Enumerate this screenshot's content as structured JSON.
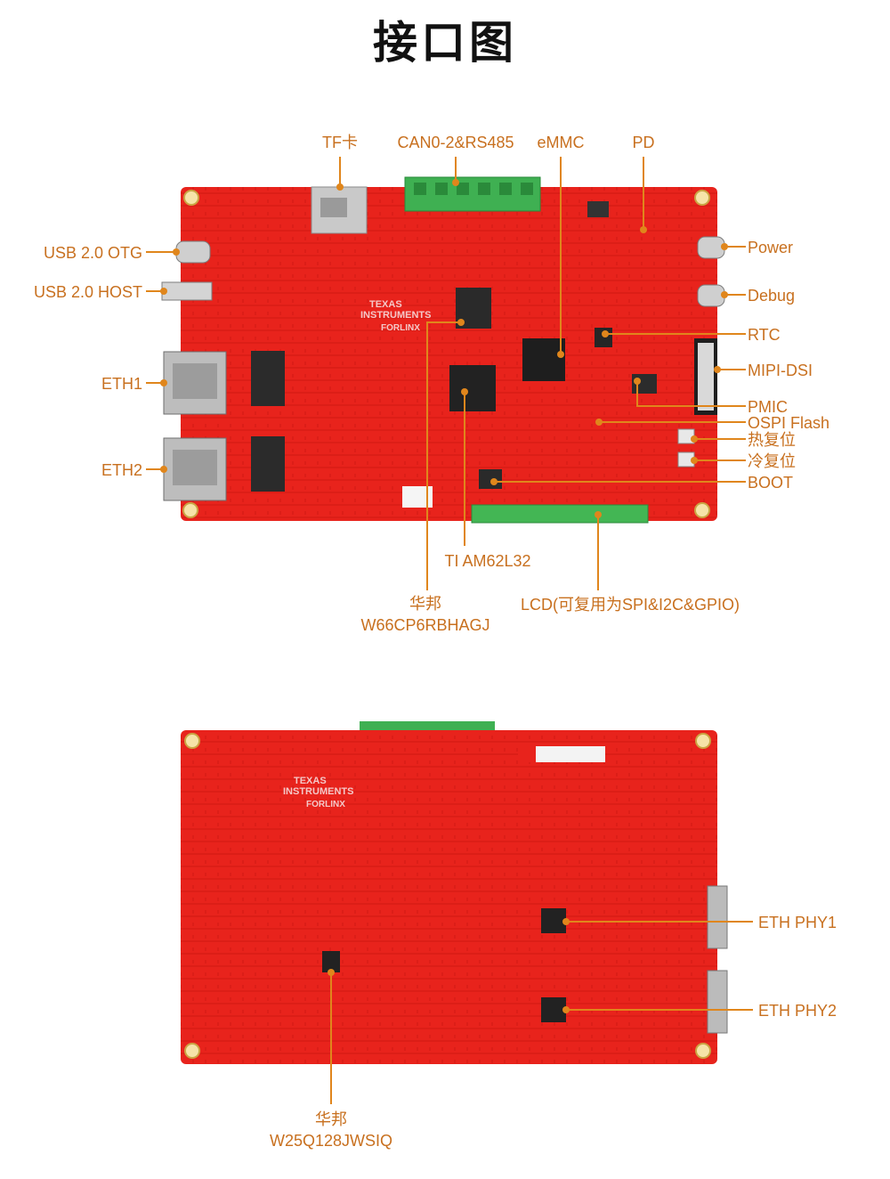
{
  "page": {
    "title": "接口图"
  },
  "brand": {
    "ti_line1": "TEXAS",
    "ti_line2": "INSTRUMENTS",
    "forlinx": "FORLINX",
    "pcb_color": "#e8231c",
    "callout_color": "#e0861c"
  },
  "top_board": {
    "labels": {
      "tf": "TF卡",
      "can": "CAN0-2&RS485",
      "emmc": "eMMC",
      "pd": "PD",
      "usb_otg": "USB 2.0 OTG",
      "usb_host": "USB 2.0 HOST",
      "eth1": "ETH1",
      "eth2": "ETH2",
      "power": "Power",
      "debug": "Debug",
      "rtc": "RTC",
      "mipi": "MIPI-DSI",
      "pmic": "PMIC",
      "ospi": "OSPI Flash",
      "hot_reset": "热复位",
      "cold_reset": "冷复位",
      "boot": "BOOT",
      "soc": "TI AM62L32",
      "ddr_line1": "华邦",
      "ddr_line2": "W66CP6RBHAGJ",
      "lcd": "LCD(可复用为SPI&I2C&GPIO)"
    }
  },
  "bottom_board": {
    "labels": {
      "phy1": "ETH PHY1",
      "phy2": "ETH PHY2",
      "flash_line1": "华邦",
      "flash_line2": "W25Q128JWSIQ"
    }
  }
}
